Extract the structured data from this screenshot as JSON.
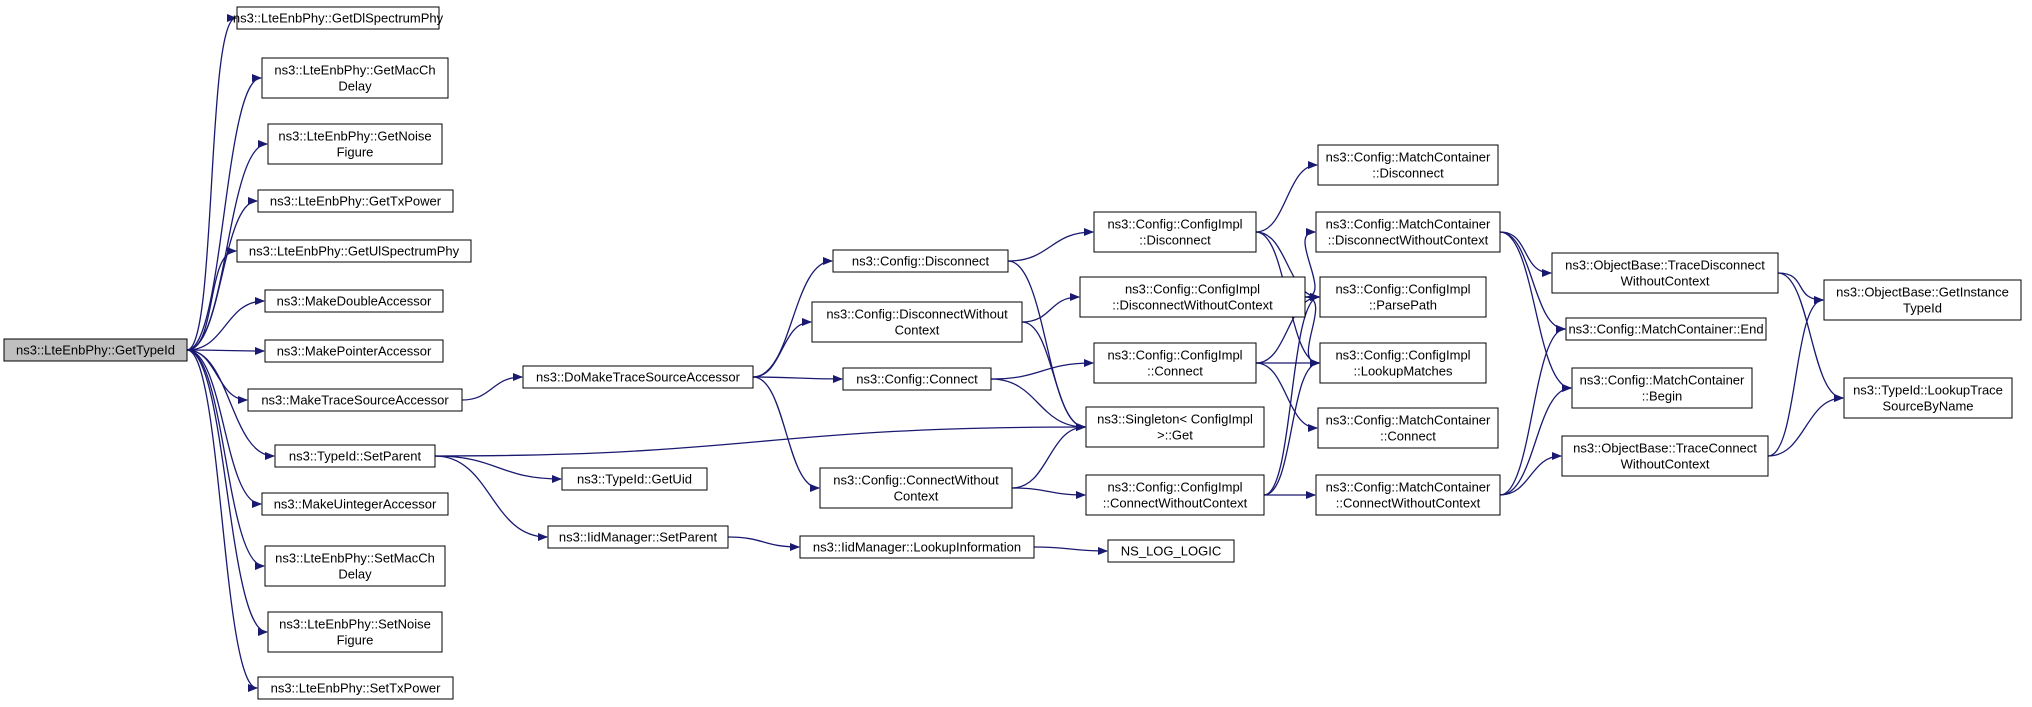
{
  "nodes": [
    {
      "id": "root",
      "lines": [
        "ns3::LteEnbPhy::GetTypeId"
      ],
      "root": true
    },
    {
      "id": "getDlSpec",
      "lines": [
        "ns3::LteEnbPhy::GetDlSpectrumPhy"
      ]
    },
    {
      "id": "getMacCh",
      "lines": [
        "ns3::LteEnbPhy::GetMacCh",
        "Delay"
      ]
    },
    {
      "id": "getNoise",
      "lines": [
        "ns3::LteEnbPhy::GetNoise",
        "Figure"
      ]
    },
    {
      "id": "getTxPower",
      "lines": [
        "ns3::LteEnbPhy::GetTxPower"
      ]
    },
    {
      "id": "getUlSpec",
      "lines": [
        "ns3::LteEnbPhy::GetUlSpectrumPhy"
      ]
    },
    {
      "id": "makeDouble",
      "lines": [
        "ns3::MakeDoubleAccessor"
      ]
    },
    {
      "id": "makePointer",
      "lines": [
        "ns3::MakePointerAccessor"
      ]
    },
    {
      "id": "makeTrace",
      "lines": [
        "ns3::MakeTraceSourceAccessor"
      ]
    },
    {
      "id": "setParent",
      "lines": [
        "ns3::TypeId::SetParent"
      ]
    },
    {
      "id": "makeUint",
      "lines": [
        "ns3::MakeUintegerAccessor"
      ]
    },
    {
      "id": "setMacCh",
      "lines": [
        "ns3::LteEnbPhy::SetMacCh",
        "Delay"
      ]
    },
    {
      "id": "setNoise",
      "lines": [
        "ns3::LteEnbPhy::SetNoise",
        "Figure"
      ]
    },
    {
      "id": "setTxPower",
      "lines": [
        "ns3::LteEnbPhy::SetTxPower"
      ]
    },
    {
      "id": "doMakeTrace",
      "lines": [
        "ns3::DoMakeTraceSourceAccessor"
      ]
    },
    {
      "id": "getUid",
      "lines": [
        "ns3::TypeId::GetUid"
      ]
    },
    {
      "id": "iidSetParent",
      "lines": [
        "ns3::IidManager::SetParent"
      ]
    },
    {
      "id": "cfgDisconnect",
      "lines": [
        "ns3::Config::Disconnect"
      ]
    },
    {
      "id": "cfgDisconnectWo",
      "lines": [
        "ns3::Config::DisconnectWithout",
        "Context"
      ]
    },
    {
      "id": "cfgConnect",
      "lines": [
        "ns3::Config::Connect"
      ]
    },
    {
      "id": "cfgConnectWo",
      "lines": [
        "ns3::Config::ConnectWithout",
        "Context"
      ]
    },
    {
      "id": "lookupInfo",
      "lines": [
        "ns3::IidManager::LookupInformation"
      ]
    },
    {
      "id": "implDisconnect",
      "lines": [
        "ns3::Config::ConfigImpl",
        "::Disconnect"
      ]
    },
    {
      "id": "implDisconnectWo",
      "lines": [
        "ns3::Config::ConfigImpl",
        "::DisconnectWithoutContext"
      ]
    },
    {
      "id": "implConnect",
      "lines": [
        "ns3::Config::ConfigImpl",
        "::Connect"
      ]
    },
    {
      "id": "singletonGet",
      "lines": [
        "ns3::Singleton< ConfigImpl",
        ">::Get"
      ]
    },
    {
      "id": "implConnectWo",
      "lines": [
        "ns3::Config::ConfigImpl",
        "::ConnectWithoutContext"
      ]
    },
    {
      "id": "nsLogLogic",
      "lines": [
        "NS_LOG_LOGIC"
      ]
    },
    {
      "id": "mcDisconnect",
      "lines": [
        "ns3::Config::MatchContainer",
        "::Disconnect"
      ]
    },
    {
      "id": "mcDisconnectWo",
      "lines": [
        "ns3::Config::MatchContainer",
        "::DisconnectWithoutContext"
      ]
    },
    {
      "id": "implParsePath",
      "lines": [
        "ns3::Config::ConfigImpl",
        "::ParsePath"
      ]
    },
    {
      "id": "implLookup",
      "lines": [
        "ns3::Config::ConfigImpl",
        "::LookupMatches"
      ]
    },
    {
      "id": "mcConnect",
      "lines": [
        "ns3::Config::MatchContainer",
        "::Connect"
      ]
    },
    {
      "id": "mcConnectWo",
      "lines": [
        "ns3::Config::MatchContainer",
        "::ConnectWithoutContext"
      ]
    },
    {
      "id": "obTraceDisc",
      "lines": [
        "ns3::ObjectBase::TraceDisconnect",
        "WithoutContext"
      ]
    },
    {
      "id": "mcEnd",
      "lines": [
        "ns3::Config::MatchContainer::End"
      ]
    },
    {
      "id": "mcBegin",
      "lines": [
        "ns3::Config::MatchContainer",
        "::Begin"
      ]
    },
    {
      "id": "obTraceConn",
      "lines": [
        "ns3::ObjectBase::TraceConnect",
        "WithoutContext"
      ]
    },
    {
      "id": "obGetInstance",
      "lines": [
        "ns3::ObjectBase::GetInstance",
        "TypeId"
      ]
    },
    {
      "id": "lookupTrace",
      "lines": [
        "ns3::TypeId::LookupTrace",
        "SourceByName"
      ]
    }
  ],
  "edges": [
    [
      "root",
      "getDlSpec"
    ],
    [
      "root",
      "getMacCh"
    ],
    [
      "root",
      "getNoise"
    ],
    [
      "root",
      "getTxPower"
    ],
    [
      "root",
      "getUlSpec"
    ],
    [
      "root",
      "makeDouble"
    ],
    [
      "root",
      "makePointer"
    ],
    [
      "root",
      "makeTrace"
    ],
    [
      "root",
      "setParent"
    ],
    [
      "root",
      "makeUint"
    ],
    [
      "root",
      "setMacCh"
    ],
    [
      "root",
      "setNoise"
    ],
    [
      "root",
      "setTxPower"
    ],
    [
      "makeTrace",
      "doMakeTrace"
    ],
    [
      "setParent",
      "singletonGet"
    ],
    [
      "setParent",
      "getUid"
    ],
    [
      "setParent",
      "iidSetParent"
    ],
    [
      "doMakeTrace",
      "cfgDisconnect"
    ],
    [
      "doMakeTrace",
      "cfgDisconnectWo"
    ],
    [
      "doMakeTrace",
      "cfgConnect"
    ],
    [
      "doMakeTrace",
      "cfgConnectWo"
    ],
    [
      "iidSetParent",
      "lookupInfo"
    ],
    [
      "lookupInfo",
      "nsLogLogic"
    ],
    [
      "cfgDisconnect",
      "implDisconnect"
    ],
    [
      "cfgDisconnect",
      "singletonGet"
    ],
    [
      "cfgDisconnectWo",
      "implDisconnectWo"
    ],
    [
      "cfgDisconnectWo",
      "singletonGet"
    ],
    [
      "cfgConnect",
      "implConnect"
    ],
    [
      "cfgConnect",
      "singletonGet"
    ],
    [
      "cfgConnectWo",
      "singletonGet"
    ],
    [
      "cfgConnectWo",
      "implConnectWo"
    ],
    [
      "implDisconnect",
      "mcDisconnect"
    ],
    [
      "implDisconnect",
      "implParsePath"
    ],
    [
      "implDisconnect",
      "implLookup"
    ],
    [
      "implDisconnectWo",
      "mcDisconnectWo"
    ],
    [
      "implDisconnectWo",
      "implParsePath"
    ],
    [
      "implDisconnectWo",
      "implLookup"
    ],
    [
      "implConnect",
      "implParsePath"
    ],
    [
      "implConnect",
      "implLookup"
    ],
    [
      "implConnect",
      "mcConnect"
    ],
    [
      "implConnectWo",
      "implParsePath"
    ],
    [
      "implConnectWo",
      "implLookup"
    ],
    [
      "implConnectWo",
      "mcConnectWo"
    ],
    [
      "mcDisconnectWo",
      "obTraceDisc"
    ],
    [
      "mcDisconnectWo",
      "mcEnd"
    ],
    [
      "mcDisconnectWo",
      "mcBegin"
    ],
    [
      "mcConnectWo",
      "mcEnd"
    ],
    [
      "mcConnectWo",
      "mcBegin"
    ],
    [
      "mcConnectWo",
      "obTraceConn"
    ],
    [
      "obTraceDisc",
      "obGetInstance"
    ],
    [
      "obTraceDisc",
      "lookupTrace"
    ],
    [
      "obTraceConn",
      "obGetInstance"
    ],
    [
      "obTraceConn",
      "lookupTrace"
    ]
  ],
  "colors": {
    "edge": "#191970",
    "root_fill": "#bfbfbf",
    "node_fill": "#ffffff",
    "border": "#000000"
  }
}
